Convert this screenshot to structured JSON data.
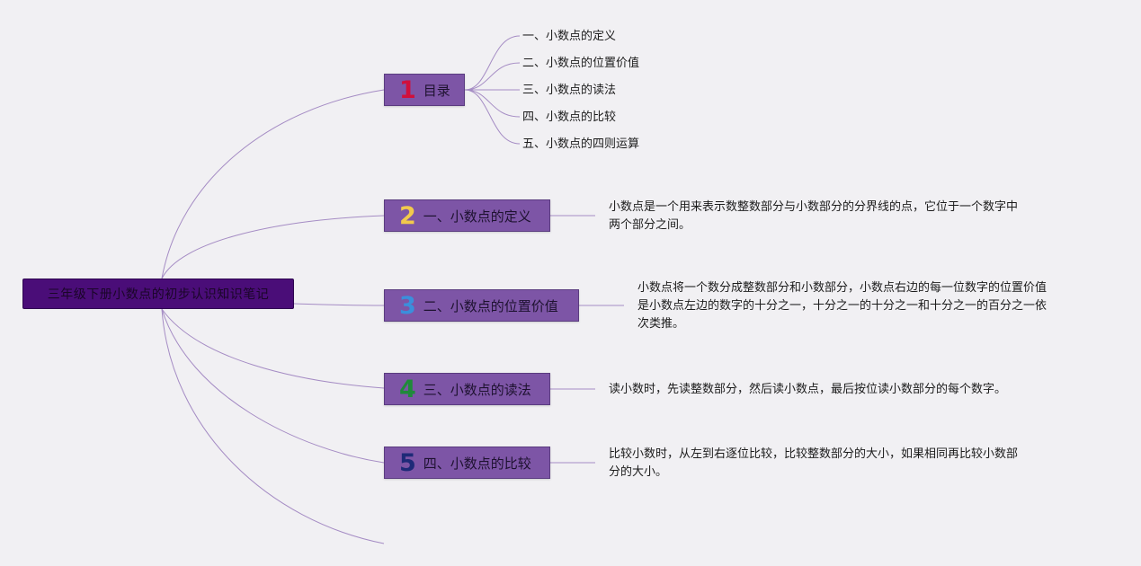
{
  "root": {
    "title": "三年级下册小数点的初步认识知识笔记"
  },
  "branches": [
    {
      "number": "1",
      "number_color": "#d0103c",
      "label": "目录"
    },
    {
      "number": "2",
      "number_color": "#f2c94c",
      "label": "一、小数点的定义"
    },
    {
      "number": "3",
      "number_color": "#3b8fdc",
      "label": "二、小数点的位置价值"
    },
    {
      "number": "4",
      "number_color": "#1f8a3a",
      "label": "三、小数点的读法"
    },
    {
      "number": "5",
      "number_color": "#1e2a78",
      "label": "四、小数点的比较"
    }
  ],
  "toc_items": [
    "一、小数点的定义",
    "二、小数点的位置价值",
    "三、小数点的读法",
    "四、小数点的比较",
    "五、小数点的四则运算"
  ],
  "descriptions": {
    "definition": [
      "小数点是一个用来表示数整数部分与小数部分的分界线的点，它位于一个数字中",
      "两个部分之间。"
    ],
    "position_value": [
      "小数点将一个数分成整数部分和小数部分，小数点右边的每一位数字的位置价值",
      "是小数点左边的数字的十分之一，十分之一的十分之一和十分之一的百分之一依",
      "次类推。"
    ],
    "reading": [
      "读小数时，先读整数部分，然后读小数点，最后按位读小数部分的每个数字。"
    ],
    "comparison": [
      "比较小数时，从左到右逐位比较，比较整数部分的大小，如果相同再比较小数部",
      "分的大小。"
    ]
  },
  "colors": {
    "background": "#f1f0f3",
    "root_fill": "#4a0d78",
    "branch_fill": "#7d55a6",
    "connector": "#a58cc4"
  }
}
